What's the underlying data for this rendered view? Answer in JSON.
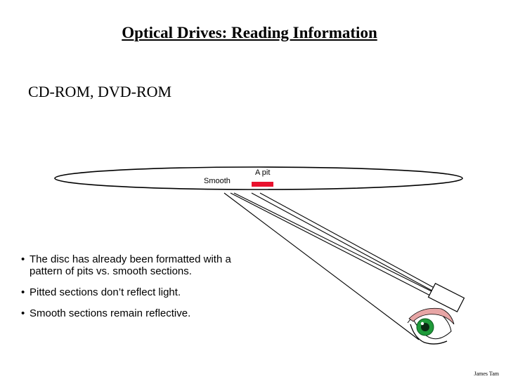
{
  "title": "Optical Drives: Reading Information",
  "subtitle": "CD-ROM, DVD-ROM",
  "diagram": {
    "smooth_label": "Smooth",
    "pit_label": "A pit",
    "colors": {
      "pit": "#e8112d",
      "eyelid": "#e7a5a5",
      "iris": "#1f9a3a",
      "pupil": "#0a2a12"
    },
    "icons": [
      "disc-shape",
      "laser-emitter",
      "eye-icon"
    ]
  },
  "bullets": [
    {
      "line1": "The disc has already been formatted with a",
      "line2": "pattern of pits vs. smooth sections."
    },
    {
      "line1": "Pitted sections don’t reflect light.",
      "line2": ""
    },
    {
      "line1": "Smooth sections remain reflective.",
      "line2": ""
    }
  ],
  "credit": "James Tam"
}
